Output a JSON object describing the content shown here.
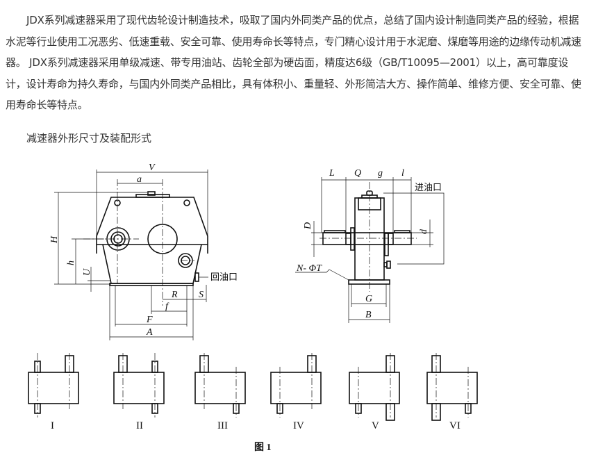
{
  "intro": "JDX系列减速器采用了现代齿轮设计制造技术，吸取了国内外同类产品的优点，总结了国内设计制造同类产品的经验，根据水泥等行业使用工况恶劣、低速重载、安全可靠、使用寿命长等特点，专门精心设计用于水泥磨、煤磨等用途的边缘传动机减速器。 JDX系列减速器采用单级减速、带专用油站、齿轮全部为硬齿面，精度达6级（GB/T10095—2001）以上，高可靠度设计，设计寿命为持久寿命，与国内外同类产品相比，具有体积小、重量轻、外形简洁大方、操作简单、维修方便、安全可靠、使用寿命长等特点。",
  "subtitle": "减速器外形尺寸及装配形式",
  "front_view": {
    "V": "V",
    "a": "a",
    "H": "H",
    "h": "h",
    "U": "U",
    "R": "R",
    "S": "S",
    "f": "f",
    "F": "F",
    "A": "A",
    "oil_return": "回油口"
  },
  "side_view": {
    "L": "L",
    "Q": "Q",
    "g": "g",
    "l": "l",
    "D": "D",
    "d": "d",
    "oil_inlet": "进油口",
    "holes": "N- ΦT",
    "G": "G",
    "B": "B"
  },
  "assembly_forms": [
    "I",
    "II",
    "III",
    "IV",
    "V",
    "VI"
  ],
  "figure_caption": "图 1"
}
